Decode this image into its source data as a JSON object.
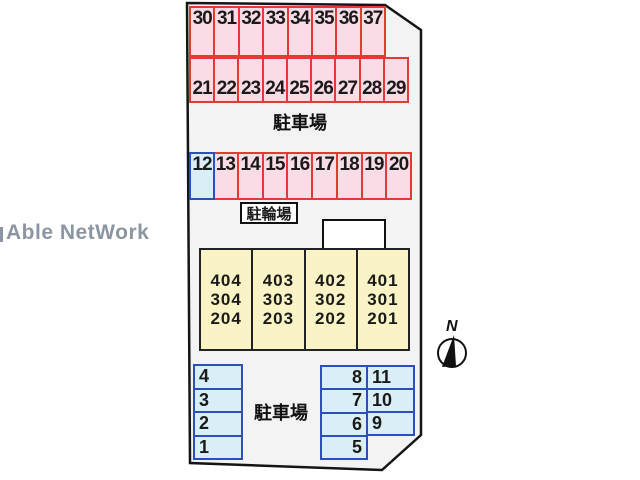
{
  "watermark": {
    "brand": "Able NetWork"
  },
  "labels": {
    "parking_top": "駐車場",
    "parking_bottom": "駐車場",
    "bicycle_parking": "駐輪場",
    "north": "N"
  },
  "parking_rows": {
    "row_30_37": [
      "30",
      "31",
      "32",
      "33",
      "34",
      "35",
      "36",
      "37"
    ],
    "row_21_29": [
      "21",
      "22",
      "23",
      "24",
      "25",
      "26",
      "27",
      "28",
      "29"
    ],
    "first_space_12": "12",
    "row_13_20": [
      "13",
      "14",
      "15",
      "16",
      "17",
      "18",
      "19",
      "20"
    ]
  },
  "building": {
    "units": [
      {
        "lines": [
          "404",
          "304",
          "204"
        ]
      },
      {
        "lines": [
          "403",
          "303",
          "203"
        ]
      },
      {
        "lines": [
          "402",
          "302",
          "202"
        ]
      },
      {
        "lines": [
          "401",
          "301",
          "201"
        ]
      }
    ]
  },
  "bottom_left_spaces": [
    "4",
    "3",
    "2",
    "1"
  ],
  "bottom_right_spaces": {
    "left_column": [
      "8",
      "7",
      "6",
      "5"
    ],
    "right_column": [
      "11",
      "10",
      "9"
    ]
  },
  "colors": {
    "outline": "#141414",
    "site_fill": "#f3f3f3",
    "pink_fill": "#f9dce6",
    "red_border": "#e23a34",
    "lightblue_fill": "#d9eef6",
    "blue_border": "#2d4fbe",
    "yellow_fill": "#f9f3c6",
    "number_text": "#1a1a1a",
    "watermark_text": "#8c96a2"
  }
}
